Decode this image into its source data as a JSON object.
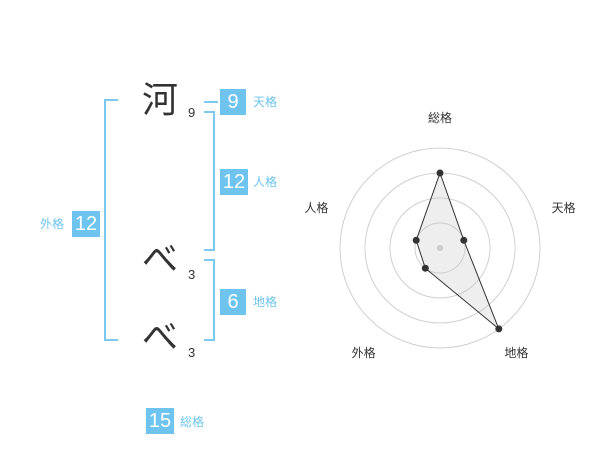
{
  "characters": [
    {
      "char": "河",
      "strokes": "9"
    },
    {
      "char": "べ",
      "strokes": "3"
    },
    {
      "char": "べ",
      "strokes": "3"
    }
  ],
  "kakusu": {
    "tenkaku": {
      "value": "9",
      "label": "天格"
    },
    "jinkaku": {
      "value": "12",
      "label": "人格"
    },
    "chikaku": {
      "value": "6",
      "label": "地格"
    },
    "gaikaku": {
      "value": "12",
      "label": "外格"
    },
    "soukaku": {
      "value": "15",
      "label": "総格"
    }
  },
  "colors": {
    "accent": "#6ec4ee",
    "bracket": "#7cc8ee"
  },
  "chart_data": {
    "type": "radar",
    "axes": [
      "総格",
      "天格",
      "地格",
      "外格",
      "人格"
    ],
    "values": [
      0.75,
      0.25,
      1.0,
      0.25,
      0.25
    ],
    "rings": 4,
    "grid": true
  }
}
